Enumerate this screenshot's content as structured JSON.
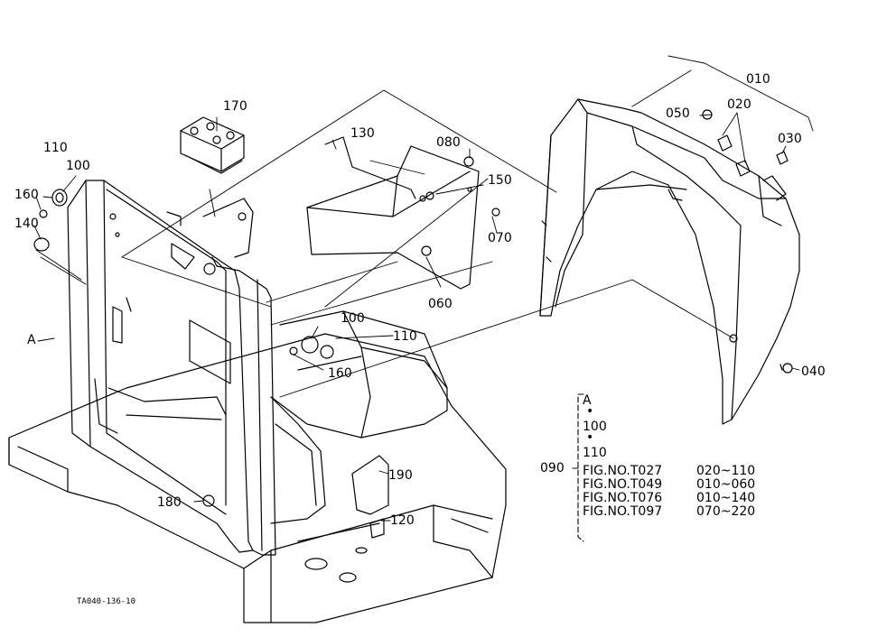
{
  "labels": {
    "p010": "010",
    "p020": "020",
    "p030": "030",
    "p040": "040",
    "p050": "050",
    "p060": "060",
    "p070": "070",
    "p080": "080",
    "p100a": "100",
    "p100b": "100",
    "p110a": "110",
    "p110b": "110",
    "p120": "120",
    "p130": "130",
    "p140": "140",
    "p150": "150",
    "p160a": "160",
    "p160b": "160",
    "p170": "170",
    "p180": "180",
    "p190": "190",
    "pA": "A",
    "p090": "090"
  },
  "legend": {
    "refs": [
      "A",
      "100",
      "110"
    ],
    "dot": "•",
    "figures": [
      {
        "fig": "FIG.NO.T027",
        "range": "020~110"
      },
      {
        "fig": "FIG.NO.T049",
        "range": "010~060"
      },
      {
        "fig": "FIG.NO.T076",
        "range": "010~140"
      },
      {
        "fig": "FIG.NO.T097",
        "range": "070~220"
      }
    ]
  },
  "drawing_code": "TA040-136-10",
  "colors": {
    "ink": "#000000",
    "paper": "#ffffff"
  }
}
